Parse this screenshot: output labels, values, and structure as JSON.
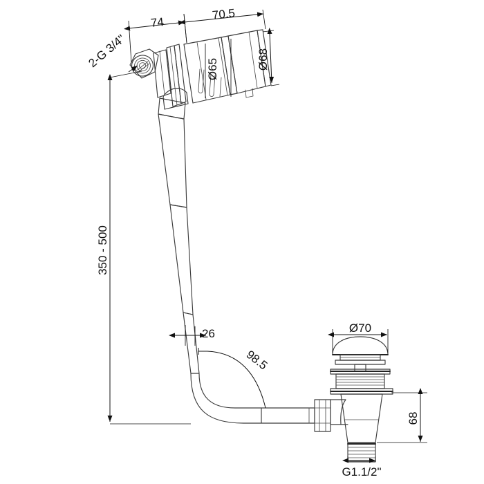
{
  "document": {
    "type": "technical-drawing",
    "title": "Bath Filler Overflow Waste Assembly",
    "background_color": "#ffffff",
    "line_color": "#3b3b3b",
    "dimension_color": "#111111",
    "units": "mm"
  },
  "dimensions": {
    "top_left_width": "74",
    "top_right_width": "70.5",
    "inner_diameter": "Ø65",
    "outer_diameter": "Ø68",
    "inlet_thread": "2-G 3/4\"",
    "vertical_range": "350 - 500",
    "pipe_width": "26",
    "bend_radius": "98.5",
    "cap_diameter": "Ø70",
    "waste_height": "68",
    "waste_thread": "G1.1/2\""
  },
  "labels": [
    {
      "id": "dim-74",
      "text": "74",
      "role": "linear-dimension"
    },
    {
      "id": "dim-70-5",
      "text": "70.5",
      "role": "linear-dimension"
    },
    {
      "id": "dim-d65",
      "text": "Ø65",
      "role": "diameter-dimension"
    },
    {
      "id": "dim-d68",
      "text": "Ø68",
      "role": "diameter-dimension"
    },
    {
      "id": "dim-thread-inlet",
      "text": "2-G 3/4\"",
      "role": "thread-callout"
    },
    {
      "id": "dim-350-500",
      "text": "350 - 500",
      "role": "range-dimension"
    },
    {
      "id": "dim-26",
      "text": "26",
      "role": "linear-dimension"
    },
    {
      "id": "dim-98-5",
      "text": "98.5",
      "role": "radius-dimension"
    },
    {
      "id": "dim-d70",
      "text": "Ø70",
      "role": "diameter-dimension"
    },
    {
      "id": "dim-68",
      "text": "68",
      "role": "linear-dimension"
    },
    {
      "id": "dim-thread-waste",
      "text": "G1.1/2\"",
      "role": "thread-callout"
    }
  ],
  "components": {
    "overflow_head": "overflow-filler-head",
    "inlet_port": "g34-inlet-port",
    "telescopic_tube": "telescopic-overflow-tube",
    "elbow": "ninety-degree-elbow",
    "union_nut": "hex-union-nut",
    "waste_body": "waste-body",
    "click_clack_cap": "click-clack-cap",
    "threaded_tail": "threaded-tail-g150"
  }
}
